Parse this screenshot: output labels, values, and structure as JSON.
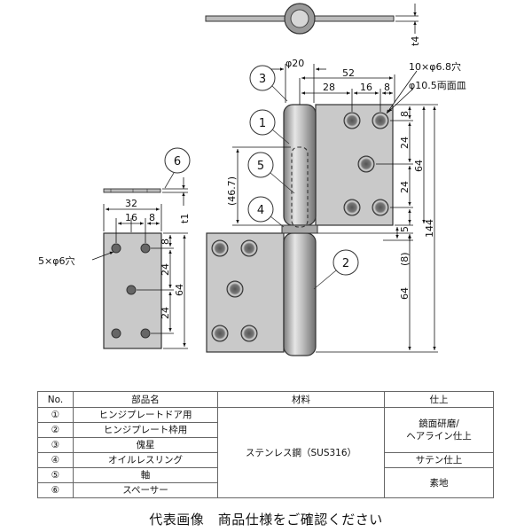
{
  "callouts": [
    "①",
    "②",
    "③",
    "④",
    "⑤",
    "⑥"
  ],
  "callout_digits": [
    "1",
    "2",
    "3",
    "4",
    "5",
    "6"
  ],
  "main_view": {
    "t4": "t4",
    "phi20": "φ20",
    "d52": "52",
    "d28": "28",
    "d16": "16",
    "d8": "8",
    "holes": "10×φ6.8穴",
    "countersink": "φ10.5両面皿",
    "v8a": "8",
    "v24a": "24",
    "v64a": "64",
    "v24b": "24",
    "v5": "5",
    "v144": "144",
    "v467": "(46.7)",
    "v8p": "(8)",
    "v64b": "64"
  },
  "spacer_view": {
    "t1": "t1",
    "d32": "32",
    "d16": "16",
    "d8": "8",
    "holes": "5×φ6穴",
    "v8": "8",
    "v24a": "24",
    "v64": "64",
    "v24b": "24"
  },
  "table": {
    "headers": [
      "No.",
      "部品名",
      "材料",
      "仕上"
    ],
    "rows": [
      {
        "no": "①",
        "name": "ヒンジプレートドア用"
      },
      {
        "no": "②",
        "name": "ヒンジプレート枠用"
      },
      {
        "no": "③",
        "name": "傀星"
      },
      {
        "no": "④",
        "name": "オイルレスリング"
      },
      {
        "no": "⑤",
        "name": "軸"
      },
      {
        "no": "⑥",
        "name": "スペーサー"
      }
    ],
    "material": "ステンレス鋼（SUS316）",
    "finish_1": "鏡面研磨/",
    "finish_2": "ヘアライン仕上",
    "finish_3": "サテン仕上",
    "finish_4": "素地"
  },
  "caption": "代表画像　商品仕様をご確認ください"
}
